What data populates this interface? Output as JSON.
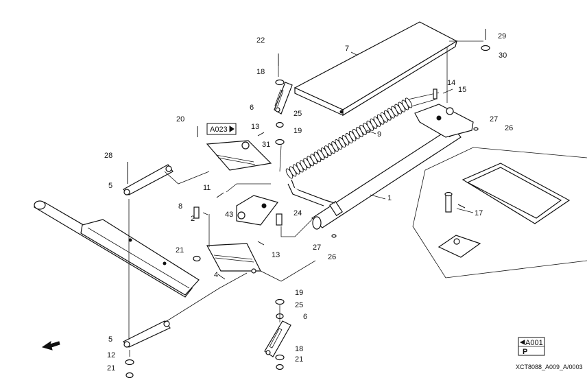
{
  "diagram": {
    "drawing_code": "XCT8088_A009_A/0003",
    "ref_a023": "A023",
    "ref_a001": "A001",
    "ref_a001_sub": "P",
    "callouts": [
      {
        "id": "c1",
        "text": "1"
      },
      {
        "id": "c2",
        "text": "2"
      },
      {
        "id": "c4",
        "text": "4"
      },
      {
        "id": "c5a",
        "text": "5"
      },
      {
        "id": "c5b",
        "text": "5"
      },
      {
        "id": "c6a",
        "text": "6"
      },
      {
        "id": "c6b",
        "text": "6"
      },
      {
        "id": "c7",
        "text": "7"
      },
      {
        "id": "c8",
        "text": "8"
      },
      {
        "id": "c9",
        "text": "9"
      },
      {
        "id": "c11",
        "text": "11"
      },
      {
        "id": "c12",
        "text": "12"
      },
      {
        "id": "c13a",
        "text": "13"
      },
      {
        "id": "c13b",
        "text": "13"
      },
      {
        "id": "c14",
        "text": "14"
      },
      {
        "id": "c15",
        "text": "15"
      },
      {
        "id": "c17",
        "text": "17"
      },
      {
        "id": "c18a",
        "text": "18"
      },
      {
        "id": "c18b",
        "text": "18"
      },
      {
        "id": "c19a",
        "text": "19"
      },
      {
        "id": "c19b",
        "text": "19"
      },
      {
        "id": "c20",
        "text": "20"
      },
      {
        "id": "c21a",
        "text": "21"
      },
      {
        "id": "c21b",
        "text": "21"
      },
      {
        "id": "c21c",
        "text": "21"
      },
      {
        "id": "c22",
        "text": "22"
      },
      {
        "id": "c24",
        "text": "24"
      },
      {
        "id": "c25a",
        "text": "25"
      },
      {
        "id": "c25b",
        "text": "25"
      },
      {
        "id": "c26a",
        "text": "26"
      },
      {
        "id": "c26b",
        "text": "26"
      },
      {
        "id": "c27a",
        "text": "27"
      },
      {
        "id": "c27b",
        "text": "27"
      },
      {
        "id": "c28",
        "text": "28"
      },
      {
        "id": "c29",
        "text": "29"
      },
      {
        "id": "c30",
        "text": "30"
      },
      {
        "id": "c31",
        "text": "31"
      },
      {
        "id": "c43",
        "text": "43"
      }
    ]
  }
}
